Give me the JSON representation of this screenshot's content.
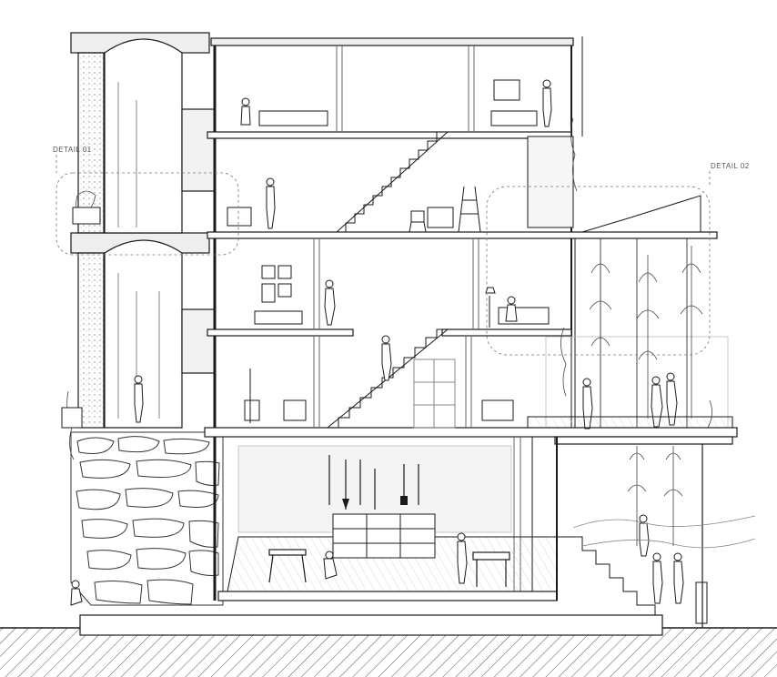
{
  "callouts": {
    "detail_01": "DETAIL 01",
    "detail_02": "DETAIL 02"
  },
  "colors": {
    "ink": "#1a1a1a",
    "line": "#333333",
    "light_fill": "#eeeeee",
    "stone_fill": "#f2f2f2",
    "ground_hatch": "#555555",
    "dashed": "#777777"
  },
  "icons": [
    "person-figure",
    "tree-icon",
    "ladder-icon",
    "chair-icon",
    "shovel-icon"
  ]
}
